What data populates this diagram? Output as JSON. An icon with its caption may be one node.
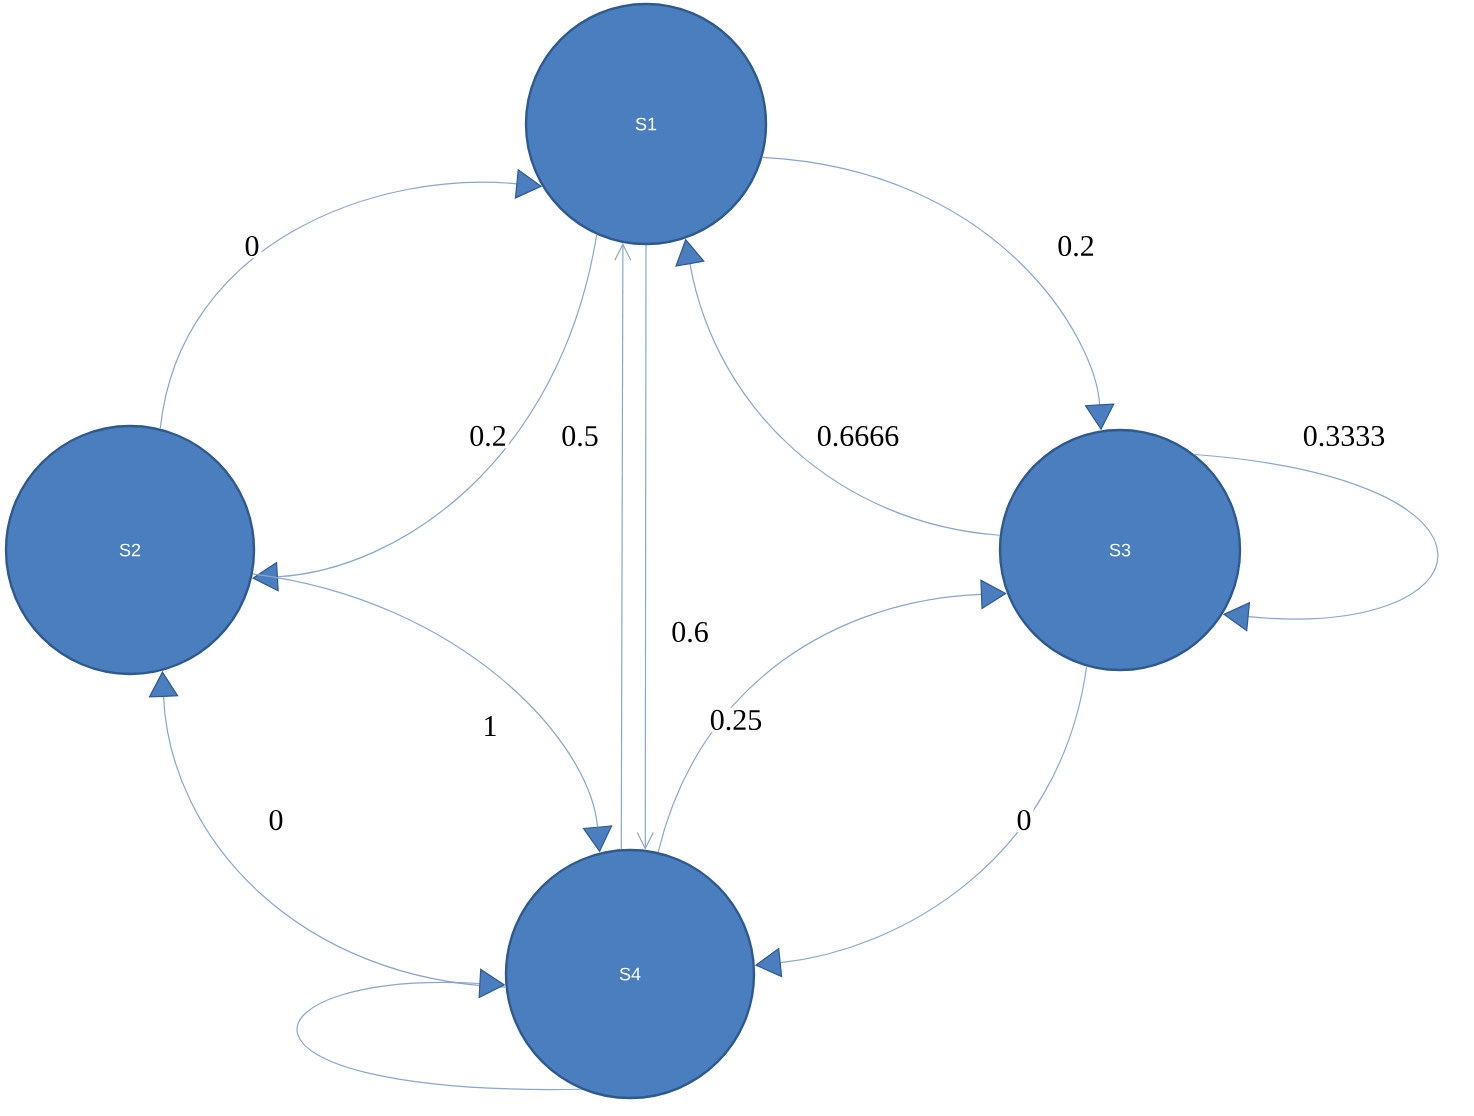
{
  "diagram": {
    "nodes": [
      {
        "text": [
          "S1"
        ]
      },
      {
        "text": [
          "S2"
        ]
      },
      {
        "text": [
          "S3"
        ]
      },
      {
        "text": [
          "S4"
        ]
      }
    ],
    "edges": [
      {
        "from": 1,
        "to": 0,
        "arrow": "to",
        "label": "0"
      },
      {
        "from": 0,
        "to": 1,
        "arrow": "to",
        "label": "0.2"
      },
      {
        "from": 3,
        "to": 0,
        "arrow": "to",
        "label": "0.5"
      },
      {
        "from": 0,
        "to": 3,
        "arrow": "to",
        "label": "0.6"
      },
      {
        "from": 0,
        "to": 2,
        "arrow": "to",
        "label": "0.2"
      },
      {
        "from": 2,
        "to": 0,
        "arrow": "to",
        "label": "0.6666"
      },
      {
        "from": 2,
        "to": 2,
        "arrow": "to",
        "label": "0.3333"
      },
      {
        "from": 1,
        "to": 3,
        "arrow": "to",
        "label": "1"
      },
      {
        "from": 3,
        "to": 1,
        "arrow": "to",
        "label": "0"
      },
      {
        "from": 3,
        "to": 2,
        "arrow": "to",
        "label": "0.25"
      },
      {
        "from": 2,
        "to": 3,
        "arrow": "to",
        "label": "0"
      },
      {
        "from": 3,
        "to": 3,
        "arrow": "to"
      }
    ]
  }
}
